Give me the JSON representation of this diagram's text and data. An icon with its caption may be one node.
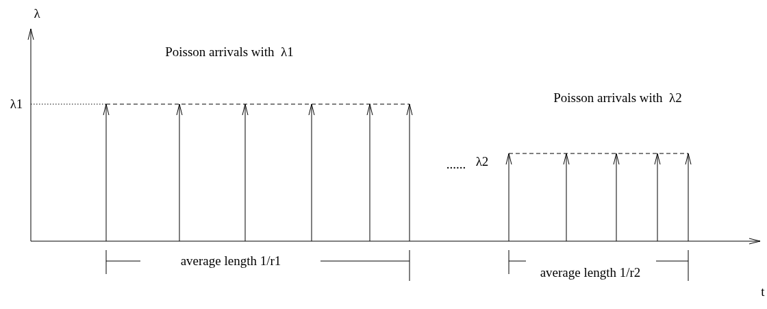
{
  "diagram": {
    "labels": [
      "λ",
      "Poisson arrivals with  λ1",
      "λ1",
      "Poisson arrivals with  λ2",
      "......",
      "λ2",
      "t",
      "average length 1/r1",
      "average length 1/r2"
    ]
  }
}
